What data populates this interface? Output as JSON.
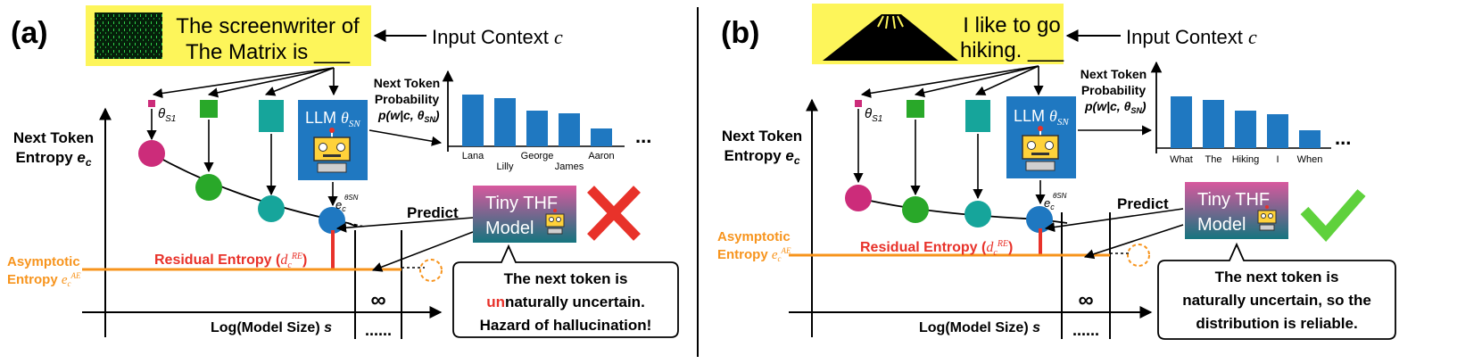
{
  "panel_a": {
    "label": "(a)",
    "context_line1": "The screenwriter of",
    "context_line2": "The Matrix is ___",
    "input_context": "Input Context",
    "input_context_var": "c",
    "prob_line1": "Next Token",
    "prob_line2": "Probability",
    "prob_formula": "p(w|c, θ",
    "prob_formula_sub": "SN",
    "entropy_line1": "Next Token",
    "entropy_line2": "Entropy",
    "entropy_var": "e",
    "entropy_sub": "c",
    "theta_small": "θ",
    "theta_small_sub": "S1",
    "llm_label": "LLM",
    "llm_theta": "θ",
    "llm_theta_sub": "SN",
    "ec_label": "e",
    "ec_sub": "c",
    "ec_sup": "θSN",
    "tokens": [
      "Lana",
      "Lilly",
      "George",
      "James",
      "Aaron"
    ],
    "ellipsis": "...",
    "predict": "Predict",
    "tiny_line1": "Tiny THF",
    "tiny_line2": "Model",
    "residual": "Residual Entropy (",
    "residual_var": "d",
    "residual_sup": "RE",
    "residual_sub": "c",
    "residual_close": ")",
    "asymptotic_line1": "Asymptotic",
    "asymptotic_line2": "Entropy",
    "asymptotic_var": "e",
    "asymptotic_sup": "AE",
    "asymptotic_sub": "c",
    "infinity": "∞",
    "dots": "......",
    "xaxis": "Log(Model Size)",
    "xaxis_var": "s",
    "callout_line1": "The next token is",
    "callout_line2_highlight": "un",
    "callout_line2_rest": "naturally uncertain.",
    "callout_line3": "Hazard of hallucination!",
    "verdict_icon": "cross-icon"
  },
  "panel_b": {
    "label": "(b)",
    "context_line1": "I like to go",
    "context_line2": "hiking. ___",
    "input_context": "Input Context",
    "input_context_var": "c",
    "prob_line1": "Next Token",
    "prob_line2": "Probability",
    "prob_formula": "p(w|c, θ",
    "prob_formula_sub": "SN",
    "entropy_line1": "Next Token",
    "entropy_line2": "Entropy",
    "entropy_var": "e",
    "entropy_sub": "c",
    "theta_small": "θ",
    "theta_small_sub": "S1",
    "llm_label": "LLM",
    "llm_theta": "θ",
    "llm_theta_sub": "SN",
    "ec_label": "e",
    "ec_sub": "c",
    "ec_sup": "θSN",
    "tokens": [
      "What",
      "The",
      "Hiking",
      "I",
      "When"
    ],
    "ellipsis": "...",
    "predict": "Predict",
    "tiny_line1": "Tiny THF",
    "tiny_line2": "Model",
    "residual": "Residual Entropy (",
    "residual_var": "d",
    "residual_sup": "RE",
    "residual_sub": "c",
    "residual_close": ")",
    "asymptotic_line1": "Asymptotic",
    "asymptotic_line2": "Entropy",
    "asymptotic_var": "e",
    "asymptotic_sup": "AE",
    "asymptotic_sub": "c",
    "infinity": "∞",
    "dots": "......",
    "xaxis": "Log(Model Size)",
    "xaxis_var": "s",
    "callout_line1": "The next token is",
    "callout_line2": "naturally uncertain, so the",
    "callout_line3": "distribution is reliable.",
    "verdict_icon": "check-icon"
  },
  "colors": {
    "context_bg": "#fdf55a",
    "bar_blue": "#1f78c1",
    "orange": "#f7941d",
    "red": "#e8322a",
    "magenta": "#cc2c7a",
    "green": "#29a829",
    "teal": "#16a59b",
    "check_green": "#5fd13c"
  }
}
